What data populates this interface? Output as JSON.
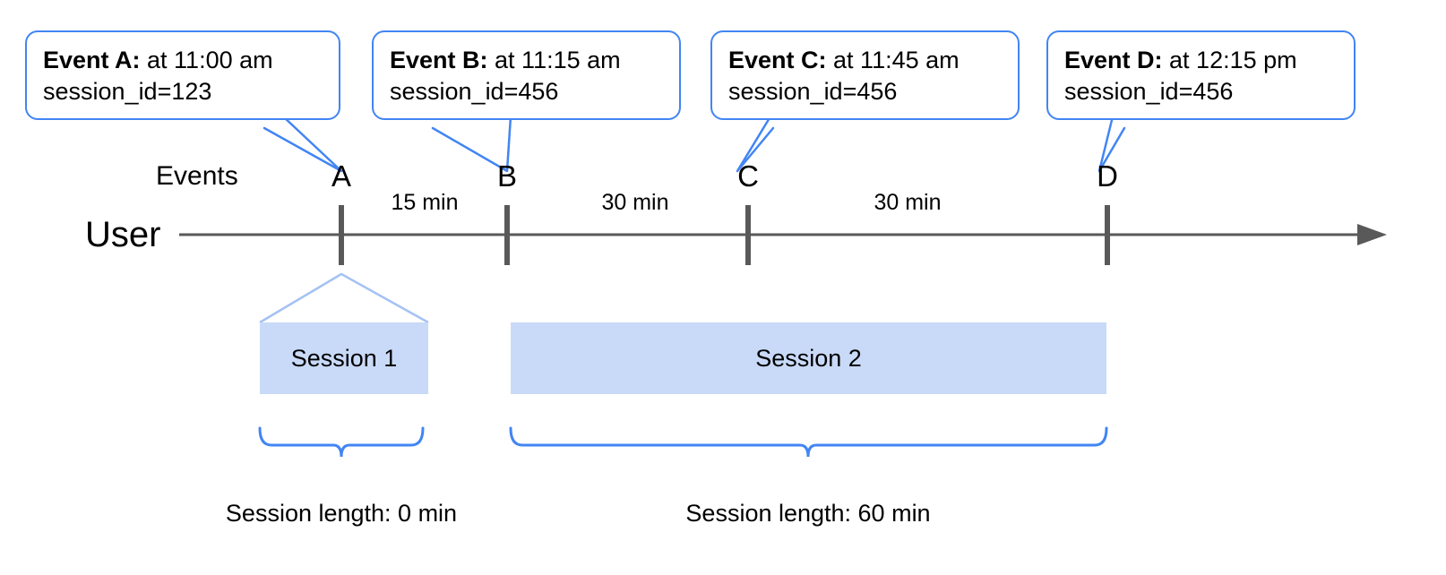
{
  "diagram": {
    "title_present": false,
    "colors": {
      "accent_blue": "#4285f4",
      "session_fill": "#c9daf8",
      "axis_gray": "#595959",
      "text_black": "#000000",
      "background": "#ffffff"
    },
    "lanes": {
      "events_label": "Events",
      "user_label": "User"
    },
    "callouts": [
      {
        "id": "A",
        "title": "Event A:",
        "time_text": " at 11:00 am",
        "session_line": "session_id=123"
      },
      {
        "id": "B",
        "title": "Event B:",
        "time_text": " at 11:15 am",
        "session_line": "session_id=456"
      },
      {
        "id": "C",
        "title": "Event C:",
        "time_text": " at 11:45 am",
        "session_line": "session_id=456"
      },
      {
        "id": "D",
        "title": "Event D:",
        "time_text": " at 12:15 pm",
        "session_line": "session_id=456"
      }
    ],
    "events": [
      {
        "letter": "A",
        "time": "11:00 am",
        "session_id": "123"
      },
      {
        "letter": "B",
        "time": "11:15 am",
        "session_id": "456"
      },
      {
        "letter": "C",
        "time": "11:45 am",
        "session_id": "456"
      },
      {
        "letter": "D",
        "time": "12:15 pm",
        "session_id": "456"
      }
    ],
    "gaps": [
      {
        "between": "A-B",
        "label": "15 min"
      },
      {
        "between": "B-C",
        "label": "30 min"
      },
      {
        "between": "C-D",
        "label": "30 min"
      }
    ],
    "sessions": [
      {
        "name": "Session 1",
        "length_label": "Session length: 0 min"
      },
      {
        "name": "Session 2",
        "length_label": "Session length: 60 min"
      }
    ]
  }
}
